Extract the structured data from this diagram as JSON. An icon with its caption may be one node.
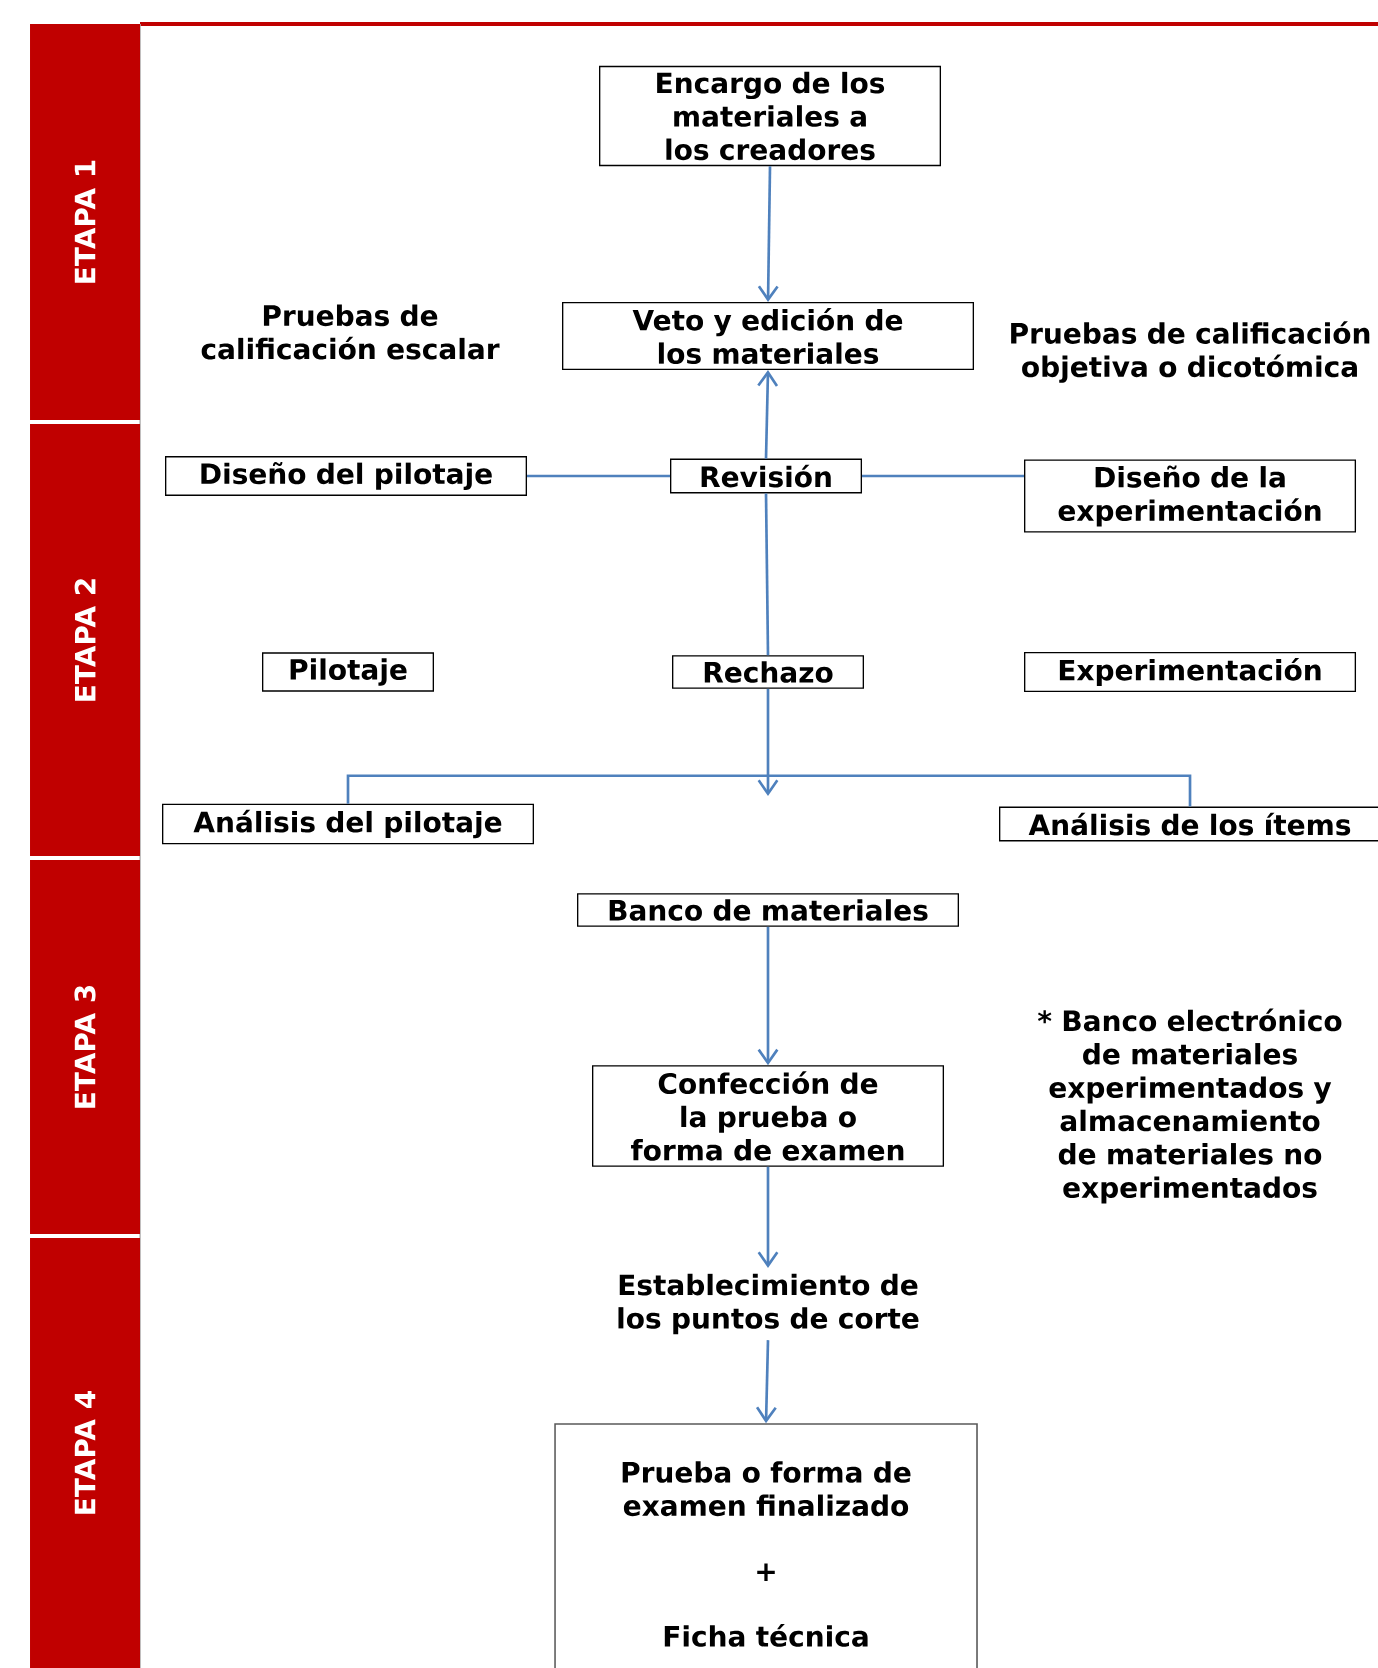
{
  "diagram": {
    "nodes": [
      {
        "text": [
          "ETAPA 1"
        ]
      },
      {
        "text": [
          "ETAPA 2"
        ]
      },
      {
        "text": [
          "ETAPA 3"
        ]
      },
      {
        "text": [
          "ETAPA 4"
        ]
      },
      {
        "text": [
          "Encargo de los materiales a los creadores"
        ]
      },
      {
        "text": [
          "Veto y edición de los materiales"
        ]
      },
      {
        "text": [
          "Diseño del pilotaje"
        ]
      },
      {
        "text": [
          "Revisión"
        ]
      },
      {
        "text": [
          "Diseño de la experimentación"
        ]
      },
      {
        "text": [
          "Pilotaje"
        ]
      },
      {
        "text": [
          "Rechazo"
        ]
      },
      {
        "text": [
          "Experimentación"
        ]
      },
      {
        "text": [
          "Análisis del pilotaje"
        ]
      },
      {
        "text": [
          "Análisis de los ítems"
        ]
      },
      {
        "text": [
          "Banco de materiales"
        ]
      },
      {
        "text": [
          "Confección de la prueba o forma de examen"
        ]
      },
      {
        "text": [
          "Establecimiento de los puntos de corte"
        ]
      },
      {
        "text": [
          "Prueba o forma de examen finalizado",
          "+",
          "Ficha técnica"
        ]
      }
    ],
    "edges": [
      {
        "from": 4,
        "to": 5,
        "arrow": "to"
      },
      {
        "from": 7,
        "to": 5,
        "arrow": "to"
      },
      {
        "from": 7,
        "to": 6,
        "arrow": "none"
      },
      {
        "from": 7,
        "to": 8,
        "arrow": "none"
      },
      {
        "from": 7,
        "to": 10,
        "arrow": "none"
      },
      {
        "from": 10,
        "to": null,
        "arrow": "to"
      },
      {
        "from": 12,
        "to": 13,
        "arrow": "none"
      },
      {
        "from": 14,
        "to": 15,
        "arrow": "to"
      },
      {
        "from": 15,
        "to": 16,
        "arrow": "to"
      },
      {
        "from": 16,
        "to": 17,
        "arrow": "to"
      }
    ],
    "labels": [
      "Pruebas de calificación escalar",
      "Pruebas de calificación objetiva o dicotómica",
      "* Banco electrónico de materiales experimentados y almacenamiento de materiales no experimentados"
    ]
  }
}
